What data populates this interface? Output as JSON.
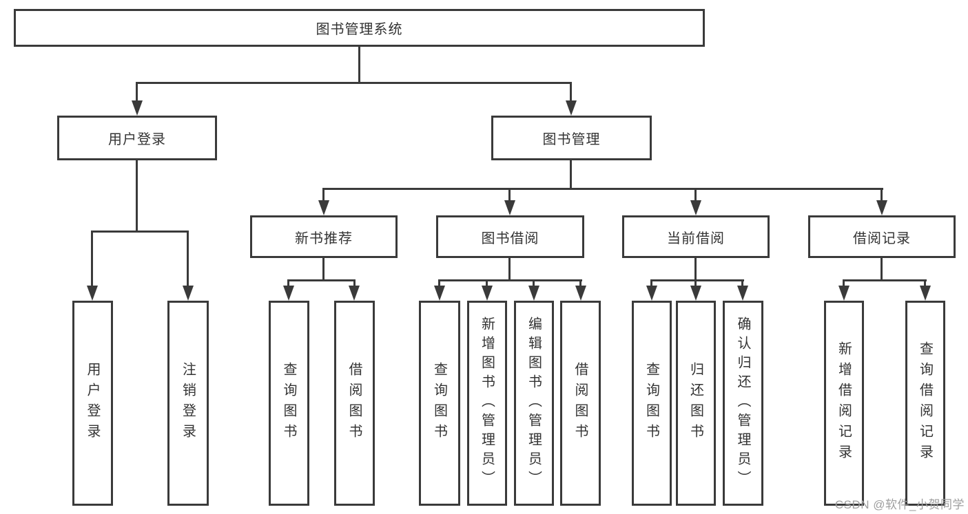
{
  "diagram": {
    "root": {
      "label": "图书管理系统"
    },
    "level2": [
      {
        "label": "用户登录"
      },
      {
        "label": "图书管理"
      }
    ],
    "level3": [
      {
        "label": "新书推荐"
      },
      {
        "label": "图书借阅"
      },
      {
        "label": "当前借阅"
      },
      {
        "label": "借阅记录"
      }
    ],
    "leaf_groups": [
      {
        "parent": "用户登录",
        "items": [
          "用户登录",
          "注销登录"
        ]
      },
      {
        "parent": "新书推荐",
        "items": [
          "查询图书",
          "借阅图书"
        ]
      },
      {
        "parent": "图书借阅",
        "items": [
          "查询图书",
          "新增图书（管理员）",
          "编辑图书（管理员）",
          "借阅图书"
        ]
      },
      {
        "parent": "当前借阅",
        "items": [
          "查询图书",
          "归还图书",
          "确认归还（管理员）"
        ]
      },
      {
        "parent": "借阅记录",
        "items": [
          "新增借阅记录",
          "查询借阅记录"
        ]
      }
    ],
    "colors": {
      "line": "#3a3a3a",
      "text": "#333333",
      "watermark": "#9e9e9e",
      "background": "#ffffff"
    }
  },
  "watermark": {
    "text": "CSDN @软件_小贺同学"
  }
}
